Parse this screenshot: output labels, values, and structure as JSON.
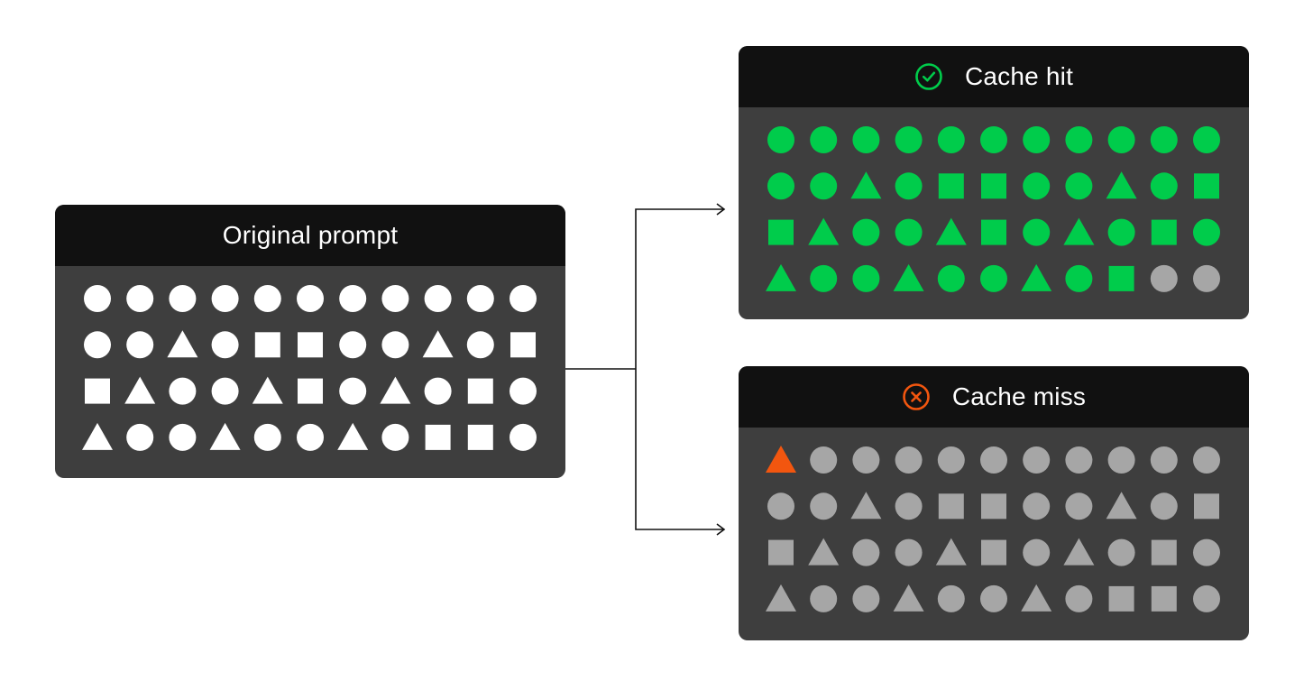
{
  "panels": {
    "original": {
      "title": "Original prompt",
      "rows": [
        [
          "circle",
          "circle",
          "circle",
          "circle",
          "circle",
          "circle",
          "circle",
          "circle",
          "circle",
          "circle",
          "circle"
        ],
        [
          "circle",
          "circle",
          "triangle",
          "circle",
          "square",
          "square",
          "circle",
          "circle",
          "triangle",
          "circle",
          "square"
        ],
        [
          "square",
          "triangle",
          "circle",
          "circle",
          "triangle",
          "square",
          "circle",
          "triangle",
          "circle",
          "square",
          "circle"
        ],
        [
          "triangle",
          "circle",
          "circle",
          "triangle",
          "circle",
          "circle",
          "triangle",
          "circle",
          "square",
          "square",
          "circle"
        ]
      ],
      "colors": [
        [
          "w",
          "w",
          "w",
          "w",
          "w",
          "w",
          "w",
          "w",
          "w",
          "w",
          "w"
        ],
        [
          "w",
          "w",
          "w",
          "w",
          "w",
          "w",
          "w",
          "w",
          "w",
          "w",
          "w"
        ],
        [
          "w",
          "w",
          "w",
          "w",
          "w",
          "w",
          "w",
          "w",
          "w",
          "w",
          "w"
        ],
        [
          "w",
          "w",
          "w",
          "w",
          "w",
          "w",
          "w",
          "w",
          "w",
          "w",
          "w"
        ]
      ]
    },
    "hit": {
      "title": "Cache hit",
      "icon": "check-circle-icon",
      "rows": [
        [
          "circle",
          "circle",
          "circle",
          "circle",
          "circle",
          "circle",
          "circle",
          "circle",
          "circle",
          "circle",
          "circle"
        ],
        [
          "circle",
          "circle",
          "triangle",
          "circle",
          "square",
          "square",
          "circle",
          "circle",
          "triangle",
          "circle",
          "square"
        ],
        [
          "square",
          "triangle",
          "circle",
          "circle",
          "triangle",
          "square",
          "circle",
          "triangle",
          "circle",
          "square",
          "circle"
        ],
        [
          "triangle",
          "circle",
          "circle",
          "triangle",
          "circle",
          "circle",
          "triangle",
          "circle",
          "square",
          "circle",
          "circle"
        ]
      ],
      "colors": [
        [
          "g",
          "g",
          "g",
          "g",
          "g",
          "g",
          "g",
          "g",
          "g",
          "g",
          "g"
        ],
        [
          "g",
          "g",
          "g",
          "g",
          "g",
          "g",
          "g",
          "g",
          "g",
          "g",
          "g"
        ],
        [
          "g",
          "g",
          "g",
          "g",
          "g",
          "g",
          "g",
          "g",
          "g",
          "g",
          "g"
        ],
        [
          "g",
          "g",
          "g",
          "g",
          "g",
          "g",
          "g",
          "g",
          "g",
          "x",
          "x"
        ]
      ]
    },
    "miss": {
      "title": "Cache miss",
      "icon": "x-circle-icon",
      "rows": [
        [
          "triangle",
          "circle",
          "circle",
          "circle",
          "circle",
          "circle",
          "circle",
          "circle",
          "circle",
          "circle",
          "circle"
        ],
        [
          "circle",
          "circle",
          "triangle",
          "circle",
          "square",
          "square",
          "circle",
          "circle",
          "triangle",
          "circle",
          "square"
        ],
        [
          "square",
          "triangle",
          "circle",
          "circle",
          "triangle",
          "square",
          "circle",
          "triangle",
          "circle",
          "square",
          "circle"
        ],
        [
          "triangle",
          "circle",
          "circle",
          "triangle",
          "circle",
          "circle",
          "triangle",
          "circle",
          "square",
          "square",
          "circle"
        ]
      ],
      "colors": [
        [
          "o",
          "x",
          "x",
          "x",
          "x",
          "x",
          "x",
          "x",
          "x",
          "x",
          "x"
        ],
        [
          "x",
          "x",
          "x",
          "x",
          "x",
          "x",
          "x",
          "x",
          "x",
          "x",
          "x"
        ],
        [
          "x",
          "x",
          "x",
          "x",
          "x",
          "x",
          "x",
          "x",
          "x",
          "x",
          "x"
        ],
        [
          "x",
          "x",
          "x",
          "x",
          "x",
          "x",
          "x",
          "x",
          "x",
          "x",
          "x"
        ]
      ]
    }
  },
  "palette": {
    "w": "#ffffff",
    "g": "#00cc4b",
    "x": "#a6a6a6",
    "o": "#f2560f",
    "hit_icon": "#00cc4b",
    "miss_icon": "#f2560f",
    "connector": "#111111"
  }
}
